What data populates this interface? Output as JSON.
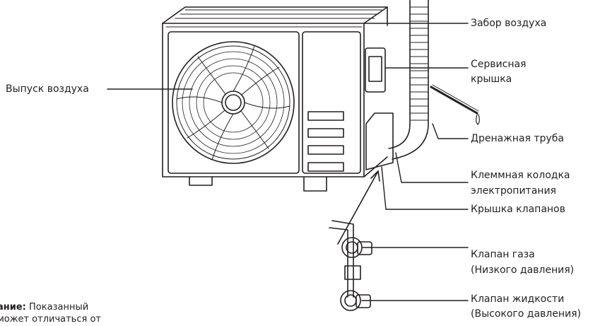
{
  "labels": {
    "air_intake": "Забор воздуха",
    "air_outlet": "Выпуск воздуха",
    "service_cover_1": "Сервисная",
    "service_cover_2": "крышка",
    "drain_pipe": "Дренажная труба",
    "terminal_block_1": "Клеммная колодка",
    "terminal_block_2": "электропитания",
    "valve_cover": "Крышка клапанов",
    "gas_valve_1": "Клапан газа",
    "gas_valve_2": "(Низкого давления)",
    "liquid_valve_1": "Клапан жидкости",
    "liquid_valve_2": "(Высокого давления)"
  },
  "note": {
    "bold": "ание:",
    "line1": " Показанный",
    "line2": "может отличаться от"
  },
  "colors": {
    "line": "#231f20",
    "background": "#ffffff"
  }
}
